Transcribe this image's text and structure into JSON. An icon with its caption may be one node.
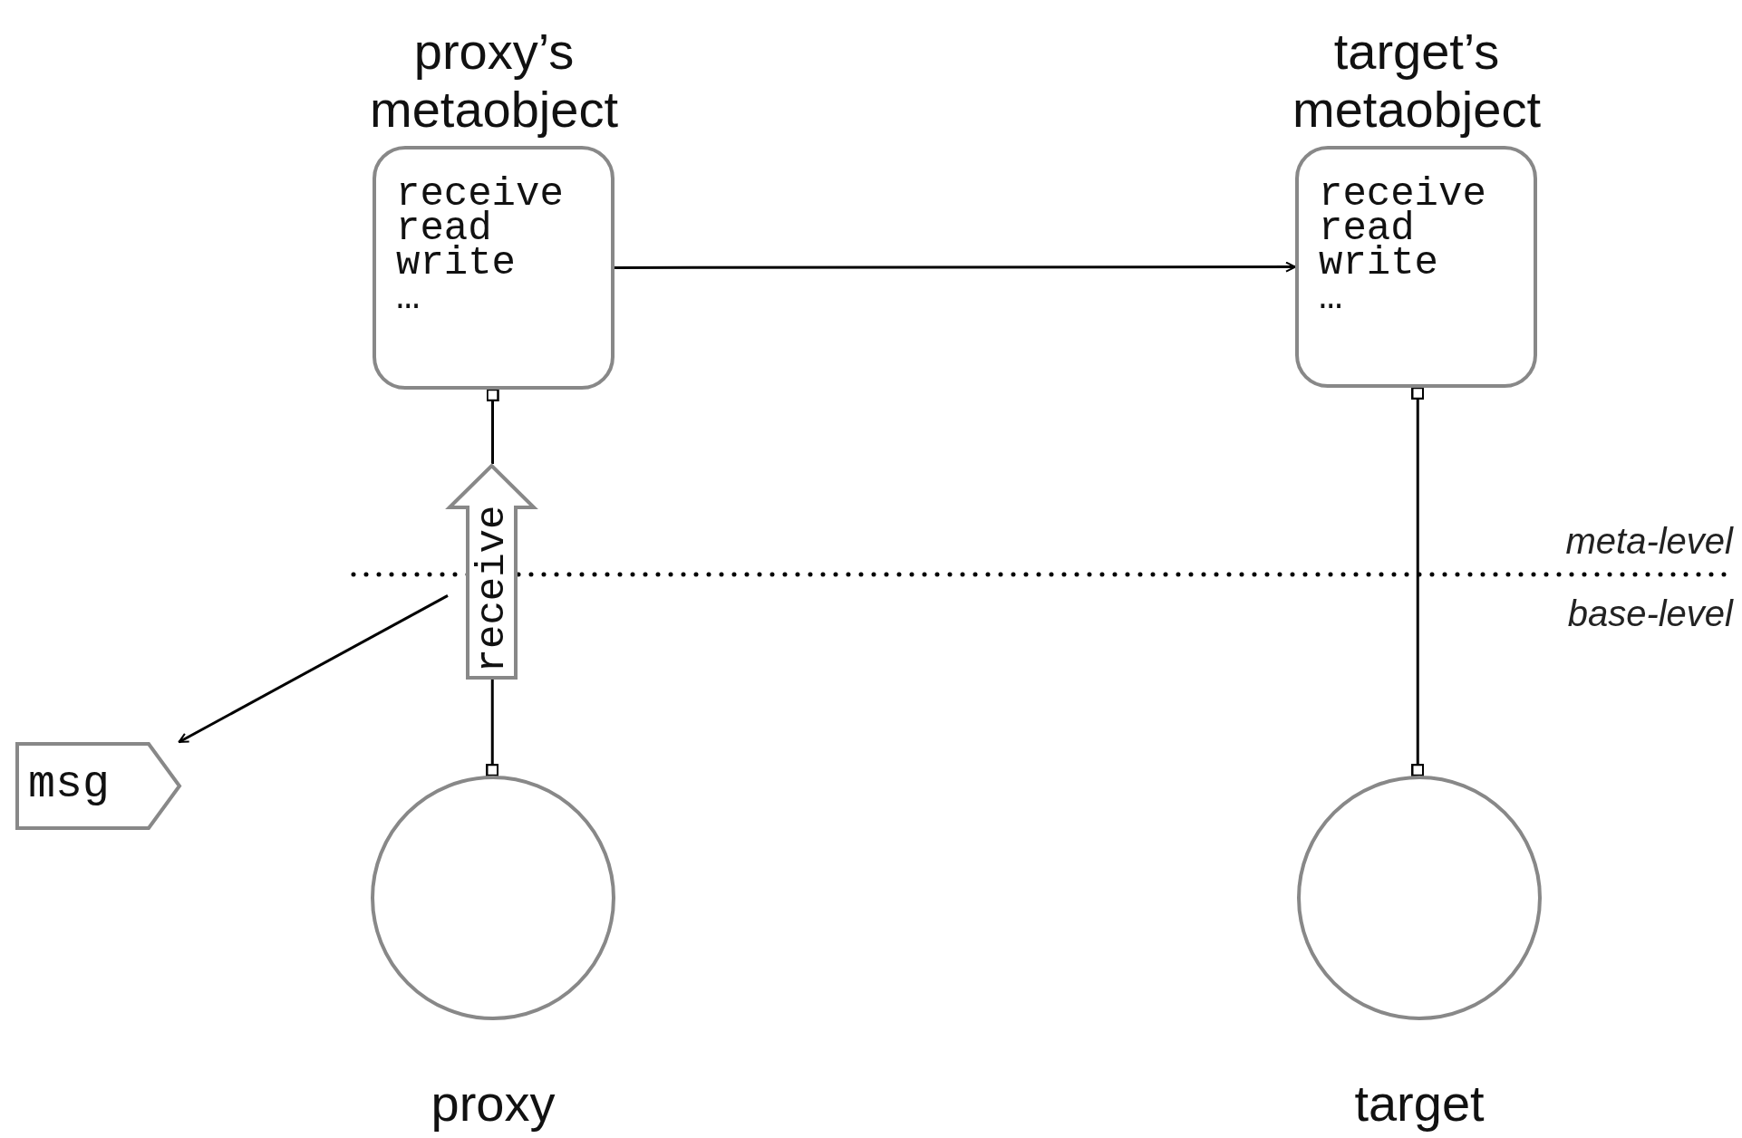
{
  "diagram": {
    "nodes": [
      {
        "text": [
          "proxy’s metaobject",
          "receive read write …"
        ]
      },
      {
        "text": [
          "target’s metaobject",
          "receive read write …"
        ]
      },
      {
        "text": [
          "receive"
        ]
      },
      {
        "text": [
          "msg"
        ]
      },
      {
        "text": [
          "proxy"
        ]
      },
      {
        "text": [
          "target"
        ]
      }
    ],
    "edges": [
      {
        "from": 0,
        "to": 1,
        "arrow": "to"
      },
      {
        "from": 0,
        "to": 2,
        "arrow": "other"
      },
      {
        "from": 2,
        "to": 4,
        "arrow": "other"
      },
      {
        "from": 1,
        "to": 5,
        "arrow": "other"
      },
      {
        "from": 2,
        "to": 3,
        "arrow": "to"
      }
    ],
    "labels": [
      "meta-level",
      "base-level"
    ]
  }
}
